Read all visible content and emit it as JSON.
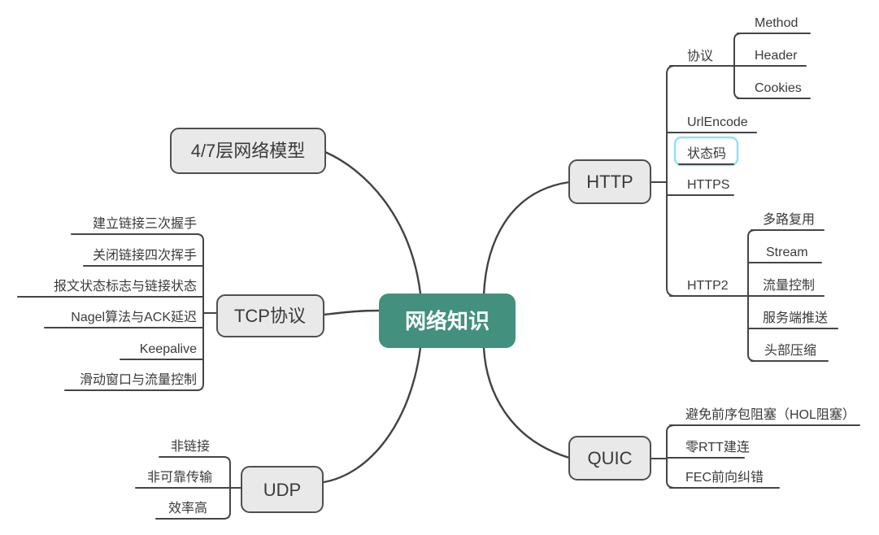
{
  "canvas": {
    "background": "#ffffff"
  },
  "colors": {
    "connector": "#424242",
    "node_fill": "#e9e9e9",
    "node_border": "#4f4f4f",
    "node_text": "#3a3a3a",
    "root_fill": "#43907e",
    "root_text": "#ffffff",
    "highlight_border": "#8fe1f7"
  },
  "root": {
    "label": "网络知识"
  },
  "branches": {
    "model": {
      "label": "4/7层网络模型"
    },
    "tcp": {
      "label": "TCP协议",
      "children": {
        "handshake": "建立链接三次握手",
        "close_wave": "关闭链接四次挥手",
        "flags_state": "报文状态标志与链接状态",
        "nagel_ack": "Nagel算法与ACK延迟",
        "keepalive": "Keepalive",
        "sliding_window": "滑动窗口与流量控制"
      }
    },
    "udp": {
      "label": "UDP",
      "children": {
        "connectionless": "非链接",
        "unreliable": "非可靠传输",
        "efficiency": "效率高"
      }
    },
    "http": {
      "label": "HTTP",
      "children": {
        "protocol": {
          "label": "协议",
          "children": {
            "method": "Method",
            "header": "Header",
            "cookies": "Cookies"
          }
        },
        "urlencode": "UrlEncode",
        "status_code": "状态码",
        "https": "HTTPS",
        "http2": {
          "label": "HTTP2",
          "children": {
            "multiplexing": "多路复用",
            "stream": "Stream",
            "flow_control": "流量控制",
            "server_push": "服务端推送",
            "header_compression": "头部压缩"
          }
        }
      }
    },
    "quic": {
      "label": "QUIC",
      "children": {
        "hol": "避免前序包阻塞（HOL阻塞）",
        "zero_rtt": "零RTT建连",
        "fec": "FEC前向纠错"
      }
    }
  },
  "selection": {
    "highlighted_node": "状态码"
  }
}
